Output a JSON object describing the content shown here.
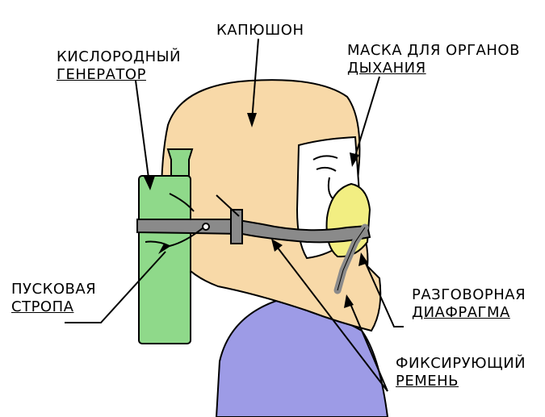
{
  "labels": {
    "hood": "КАПЮШОН",
    "oxygen_generator_line1": "КИСЛОРОДНЫЙ",
    "oxygen_generator_line2": "ГЕНЕРАТОР",
    "mask_line1": "МАСКА ДЛЯ ОРГАНОВ",
    "mask_line2": "ДЫХАНИЯ",
    "launch_strap_line1": "ПУСКОВАЯ",
    "launch_strap_line2": "СТРОПА",
    "speech_diaphragm_line1": "РАЗГОВОРНАЯ",
    "speech_diaphragm_line2": "ДИАФРАГМА",
    "fixing_strap_line1": "ФИКСИРУЮЩИЙ",
    "fixing_strap_line2": "РЕМЕНЬ"
  },
  "colors": {
    "hood": "#f8d9a8",
    "cylinder": "#8fd98a",
    "mask": "#f2ee82",
    "strap": "#8a8a8a",
    "shirt": "#9d9be6",
    "face": "#ffffff",
    "outline": "#000000"
  }
}
